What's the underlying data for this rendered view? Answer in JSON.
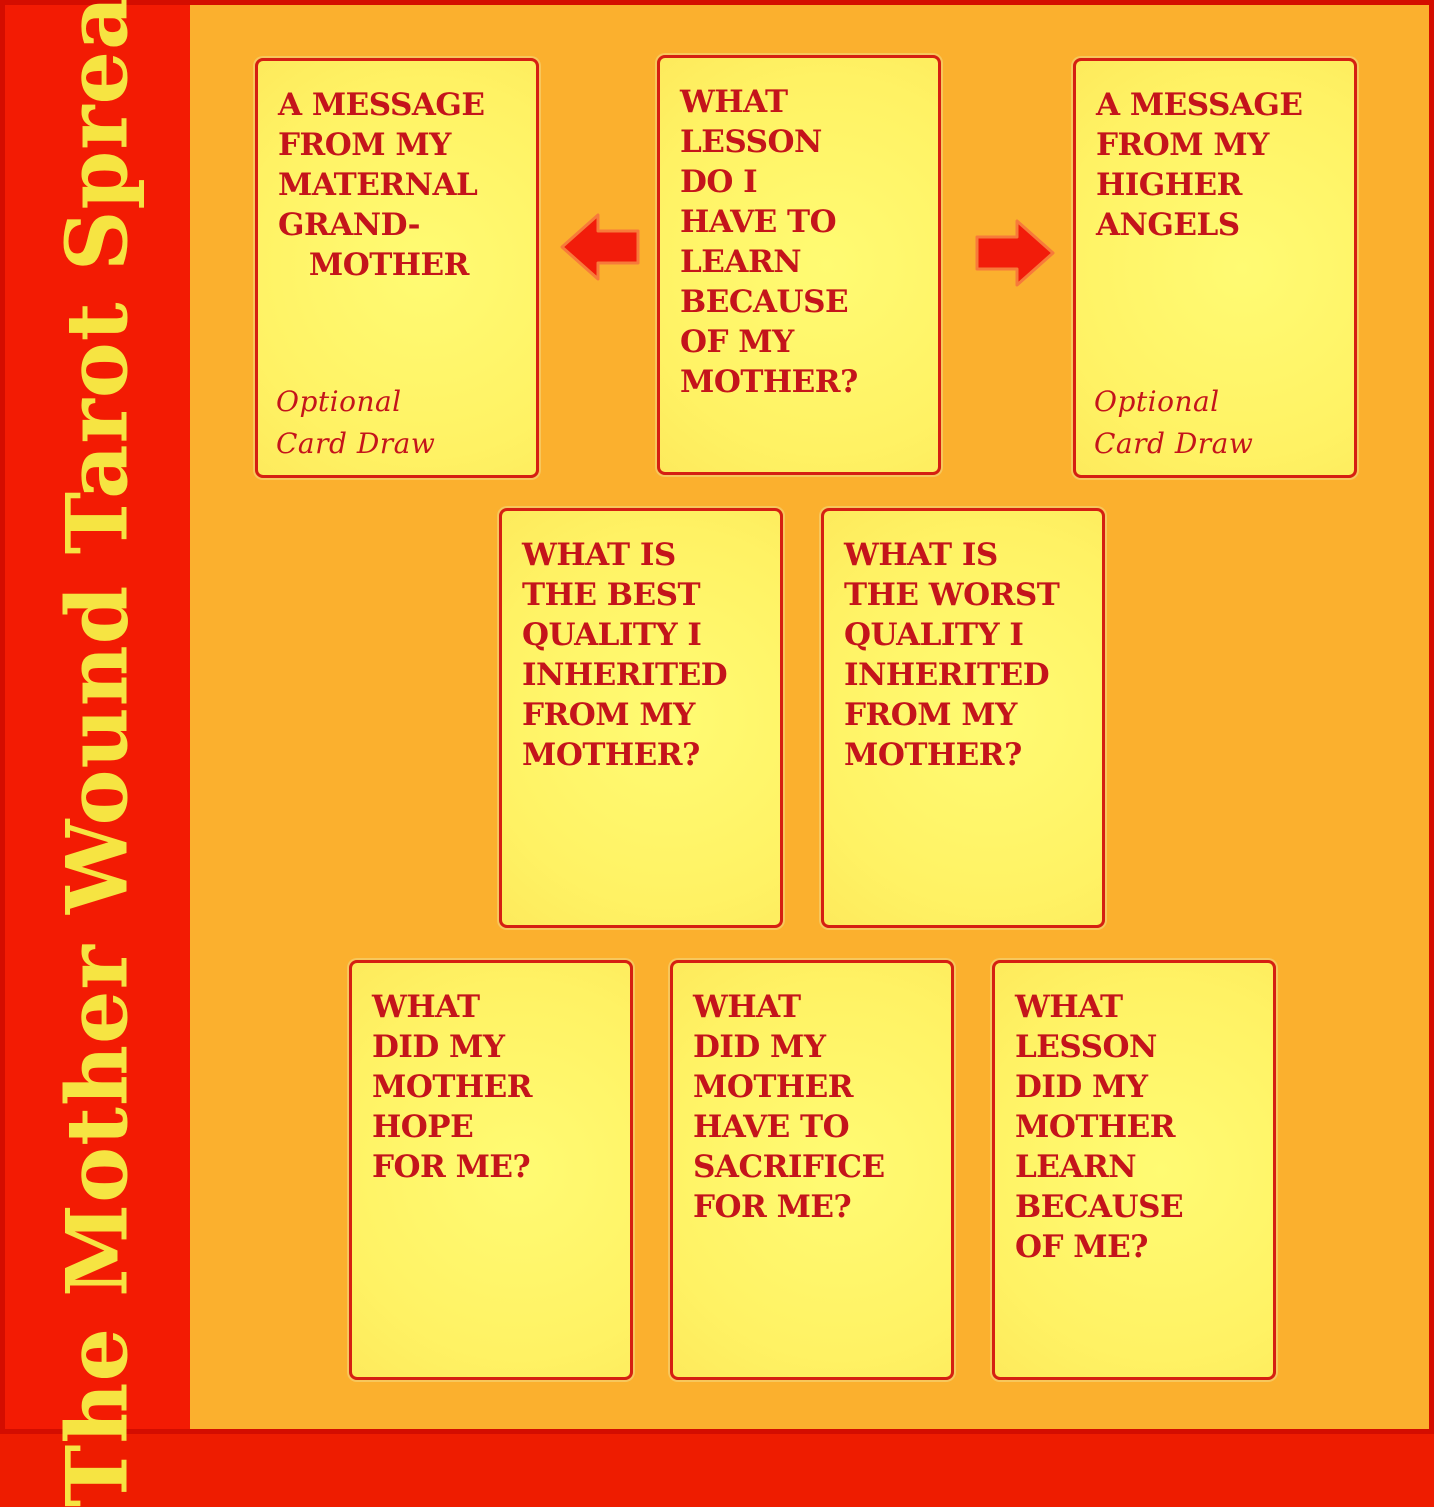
{
  "title": "The Mother Wound Tarot Spread",
  "colors": {
    "sidebar": "#f31b03",
    "background": "#fbb02e",
    "card": "#fff264",
    "card_border": "#d51f12",
    "card_text": "#c4141b",
    "title_text": "#f6e442",
    "arrow": "#f21c0a"
  },
  "cards": {
    "grandmother": {
      "text": "A MESSAGE\nFROM MY\nMATERNAL\nGRAND-\n   MOTHER",
      "note": "Optional\nCard Draw"
    },
    "lesson_mother": {
      "text": "WHAT\nLESSON\nDO I\nHAVE TO\nLEARN\nBECAUSE\nOF MY\nMOTHER?"
    },
    "higher_angels": {
      "text": "A MESSAGE\nFROM MY\nHIGHER\nANGELS",
      "note": "Optional\nCard Draw"
    },
    "best_quality": {
      "text": "WHAT IS\nTHE BEST\nQUALITY I\nINHERITED\nFROM MY\nMOTHER?"
    },
    "worst_quality": {
      "text": "WHAT IS\nTHE WORST\nQUALITY I\nINHERITED\nFROM MY\nMOTHER?"
    },
    "hope": {
      "text": "WHAT\nDID MY\nMOTHER\nHOPE\nFOR ME?"
    },
    "sacrifice": {
      "text": "WHAT\nDID MY\nMOTHER\nHAVE TO\nSACRIFICE\nFOR ME?"
    },
    "lesson_me": {
      "text": "WHAT\nLESSON\nDID MY\nMOTHER\nLEARN\nBECAUSE\nOF ME?"
    }
  },
  "arrows": {
    "left": "left-arrow-icon",
    "right": "right-arrow-icon"
  }
}
